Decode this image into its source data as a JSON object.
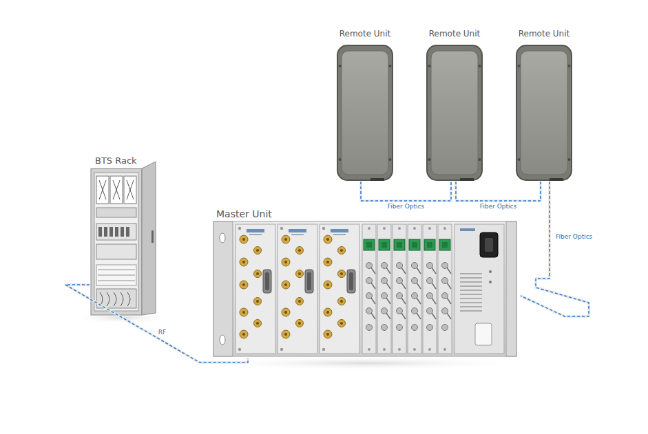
{
  "diagram": {
    "nodes": [
      {
        "text": [
          "Remote Unit"
        ]
      },
      {
        "text": [
          "Remote Unit"
        ]
      },
      {
        "text": [
          "Remote Unit"
        ]
      },
      {
        "text": [
          "BTS Rack"
        ]
      },
      {
        "text": [
          "Master Unit"
        ]
      }
    ],
    "edges": [
      {
        "from": 0,
        "to": 1,
        "label": "Fiber Optics",
        "arrow": "none"
      },
      {
        "from": 1,
        "to": 2,
        "label": "Fiber Optics",
        "arrow": "none"
      },
      {
        "from": 2,
        "to": 4,
        "label": "Fiber Optics",
        "arrow": "none"
      },
      {
        "from": 3,
        "to": 4,
        "label": "RF",
        "arrow": "none"
      }
    ]
  }
}
